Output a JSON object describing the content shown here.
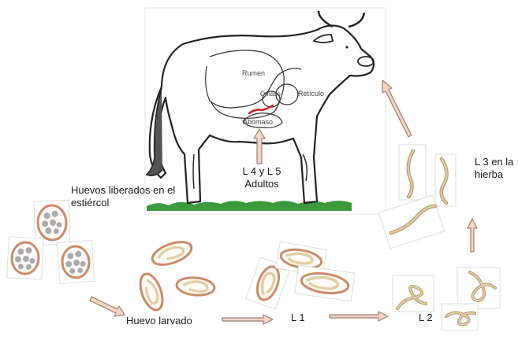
{
  "labels": {
    "eggs_released": "Huevos liberados en el estiércol",
    "larvated_egg": "Huevo larvado",
    "l1": "L 1",
    "l2": "L 2",
    "l3": "L 3 en la hierba",
    "l4_l5": "L 4 y L 5",
    "adults": "Adultos"
  },
  "organs": {
    "rumen": "Rumen",
    "omasum": "Omaso",
    "reticulum": "Retículo",
    "abomasum": "Abomaso"
  },
  "colors": {
    "arrow_fill": "#f2d3c6",
    "arrow_stroke": "#a07f73",
    "egg_shell": "#c98b6a",
    "egg_cell": "#a9aaad",
    "larva": "#e3cda4",
    "larva_edge": "#b79770",
    "worm": "#d11b1b",
    "grass": "#3c9a3c"
  }
}
